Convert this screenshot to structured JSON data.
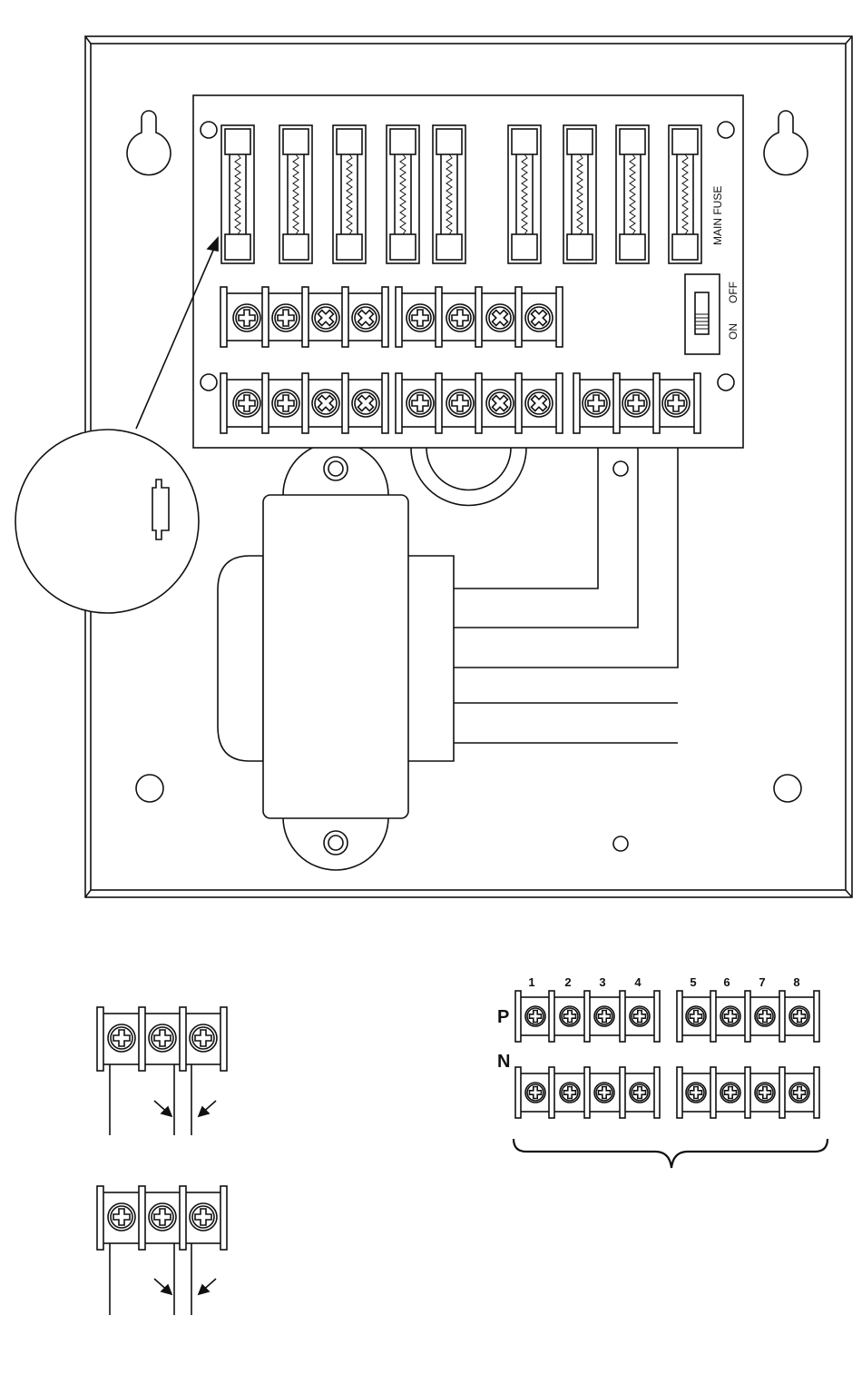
{
  "board": {
    "main_fuse_label": "MAIN FUSE",
    "switch_on_label": "ON",
    "switch_off_label": "OFF",
    "fuse_count": 9,
    "output_terminals_per_row": 8,
    "input_terminals": 3
  },
  "terminal_detail": {
    "positive_row_label": "P",
    "negative_row_label": "N",
    "output_numbers": [
      "1",
      "2",
      "3",
      "4",
      "5",
      "6",
      "7",
      "8"
    ]
  },
  "colors": {
    "line": "#111111",
    "background": "#ffffff"
  }
}
